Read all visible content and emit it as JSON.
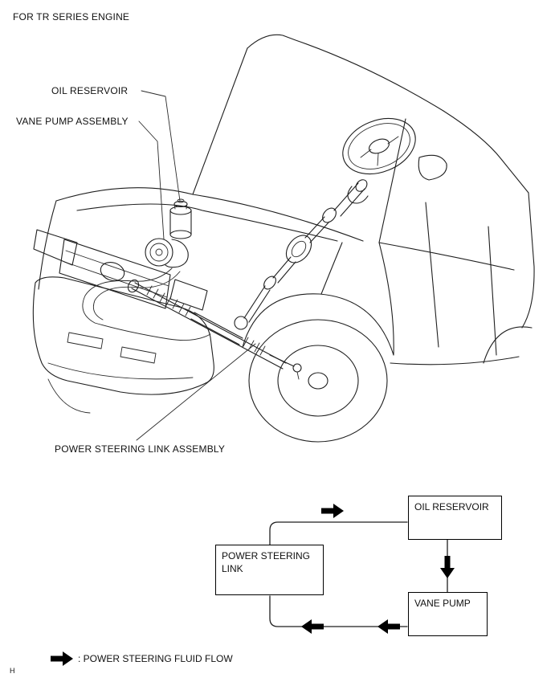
{
  "page": {
    "title": "FOR TR SERIES ENGINE",
    "footnote": "H"
  },
  "callouts": {
    "oil_reservoir": "OIL RESERVOIR",
    "vane_pump_assembly": "VANE PUMP ASSEMBLY",
    "power_steering_link_assembly": "POWER STEERING LINK ASSEMBLY"
  },
  "flow_diagram": {
    "oil_reservoir": "OIL RESERVOIR",
    "power_steering_link": "POWER STEERING LINK",
    "vane_pump": "VANE PUMP",
    "flow_direction": "power steering link -> oil reservoir -> vane pump -> power steering link"
  },
  "legend": {
    "label": ": POWER STEERING FLUID FLOW"
  },
  "colors": {
    "line": "#1f1f1f",
    "text": "#000000",
    "arrow": "#000000",
    "background": "#ffffff"
  }
}
